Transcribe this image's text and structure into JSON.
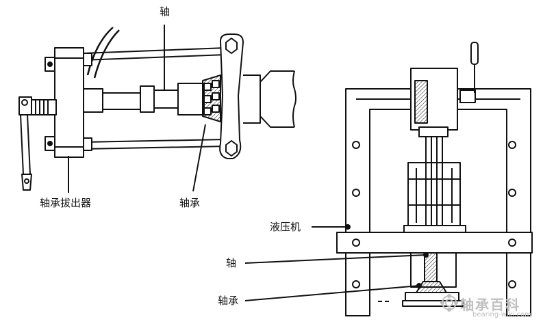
{
  "labels": {
    "shaft_top": "轴",
    "bearing_puller": "轴承拔出器",
    "bearing_left": "轴承",
    "hydraulic_press": "液压机",
    "shaft_right": "轴",
    "bearing_right": "轴承"
  },
  "watermark": {
    "text": "bearing-wiki.com",
    "logo_text": "轴承百科"
  },
  "colors": {
    "ink": "#111111",
    "watermark": "#bfbfbf"
  }
}
